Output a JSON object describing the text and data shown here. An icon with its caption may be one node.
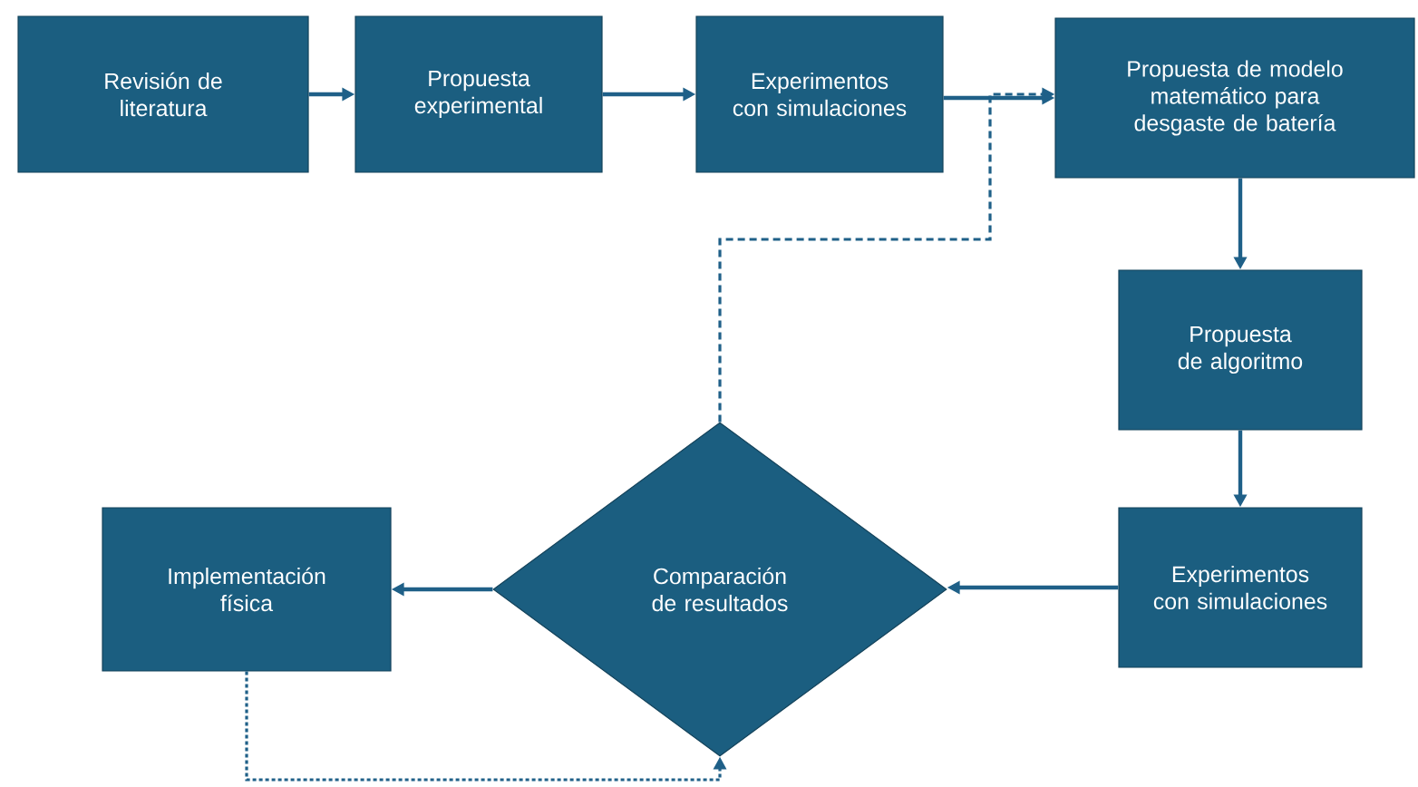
{
  "diagram": {
    "nodes": [
      {
        "text": [
          "Revisión de literatura"
        ]
      },
      {
        "text": [
          "Propuesta experimental"
        ]
      },
      {
        "text": [
          "Experimentos con simulaciones"
        ]
      },
      {
        "text": [
          "Propuesta de modelo matemático para desgaste de batería"
        ]
      },
      {
        "text": [
          "Propuesta de algoritmo"
        ]
      },
      {
        "text": [
          "Experimentos con simulaciones"
        ]
      },
      {
        "text": [
          "Comparación de resultados"
        ]
      },
      {
        "text": [
          "Implementación física"
        ]
      }
    ],
    "edges": [
      {
        "from": 0,
        "to": 1,
        "arrow": "to"
      },
      {
        "from": 1,
        "to": 2,
        "arrow": "to"
      },
      {
        "from": 2,
        "to": 3,
        "arrow": "to"
      },
      {
        "from": 3,
        "to": 4,
        "arrow": "to"
      },
      {
        "from": 4,
        "to": 5,
        "arrow": "to"
      },
      {
        "from": 5,
        "to": 6,
        "arrow": "to"
      },
      {
        "from": 6,
        "to": 7,
        "arrow": "to"
      },
      {
        "from": 6,
        "to": 3,
        "arrow": "to",
        "style": "dashed"
      },
      {
        "from": 7,
        "to": 6,
        "arrow": "to",
        "style": "dashed"
      }
    ]
  }
}
